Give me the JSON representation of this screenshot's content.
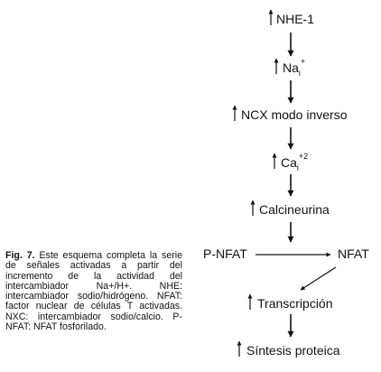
{
  "nodes": {
    "nhe1": "NHE-1",
    "na": "Na",
    "na_sub": "i",
    "na_sup": "+",
    "ncx": "NCX modo inverso",
    "ca": "Ca",
    "ca_sub": "i",
    "ca_sup": "+2",
    "calcineurina": "Calcineurina",
    "pnfat": "P-NFAT",
    "nfat": "NFAT",
    "transcripcion": "Transcripción",
    "sintesis": "Síntesis proteica"
  },
  "caption": {
    "label": "Fig. 7.",
    "text": "Este esquema completa la serie de señales activadas a partir del incremento de la actividad del intercambiador Na+/H+. NHE: intercambiador sodio/hidrógeno. NFAT: factor nuclear de células T activadas. NXC: intercambiador sodio/calcio. P-NFAT: NFAT fosforilado."
  },
  "colors": {
    "ink": "#111111",
    "background": "#ffffff"
  }
}
